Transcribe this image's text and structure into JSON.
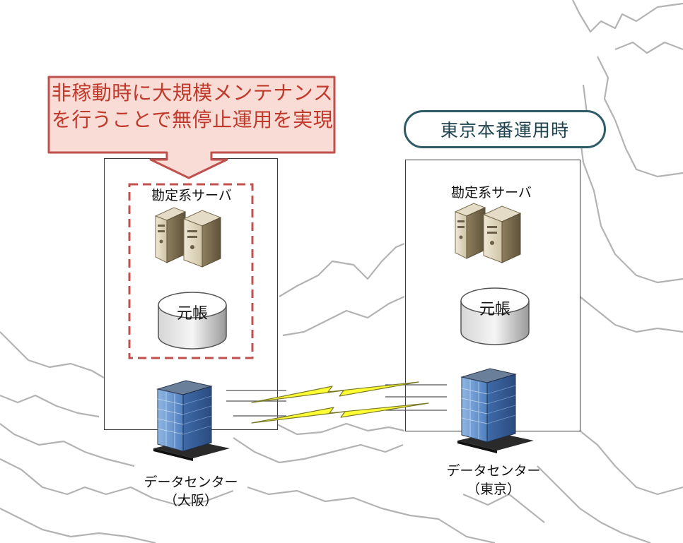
{
  "callout": {
    "line1": "非稼動時に大規模メンテナンス",
    "line2": "を行うことで無停止運用を実現"
  },
  "status_pill": "東京本番運用時",
  "osaka": {
    "server_label": "勘定系サーバ",
    "db_label": "元帳",
    "dc_label_line1": "データセンター",
    "dc_label_line2": "（大阪）"
  },
  "tokyo": {
    "server_label": "勘定系サーバ",
    "db_label": "元帳",
    "dc_label_line1": "データセンター",
    "dc_label_line2": "（東京）"
  },
  "colors": {
    "callout_border": "#c0504d",
    "callout_fill": "#f8dcd5",
    "pill_border": "#2e5b66",
    "lightning": "#ffff33"
  },
  "icons": [
    "server-icon",
    "database-icon",
    "building-icon",
    "lightning-icon"
  ]
}
